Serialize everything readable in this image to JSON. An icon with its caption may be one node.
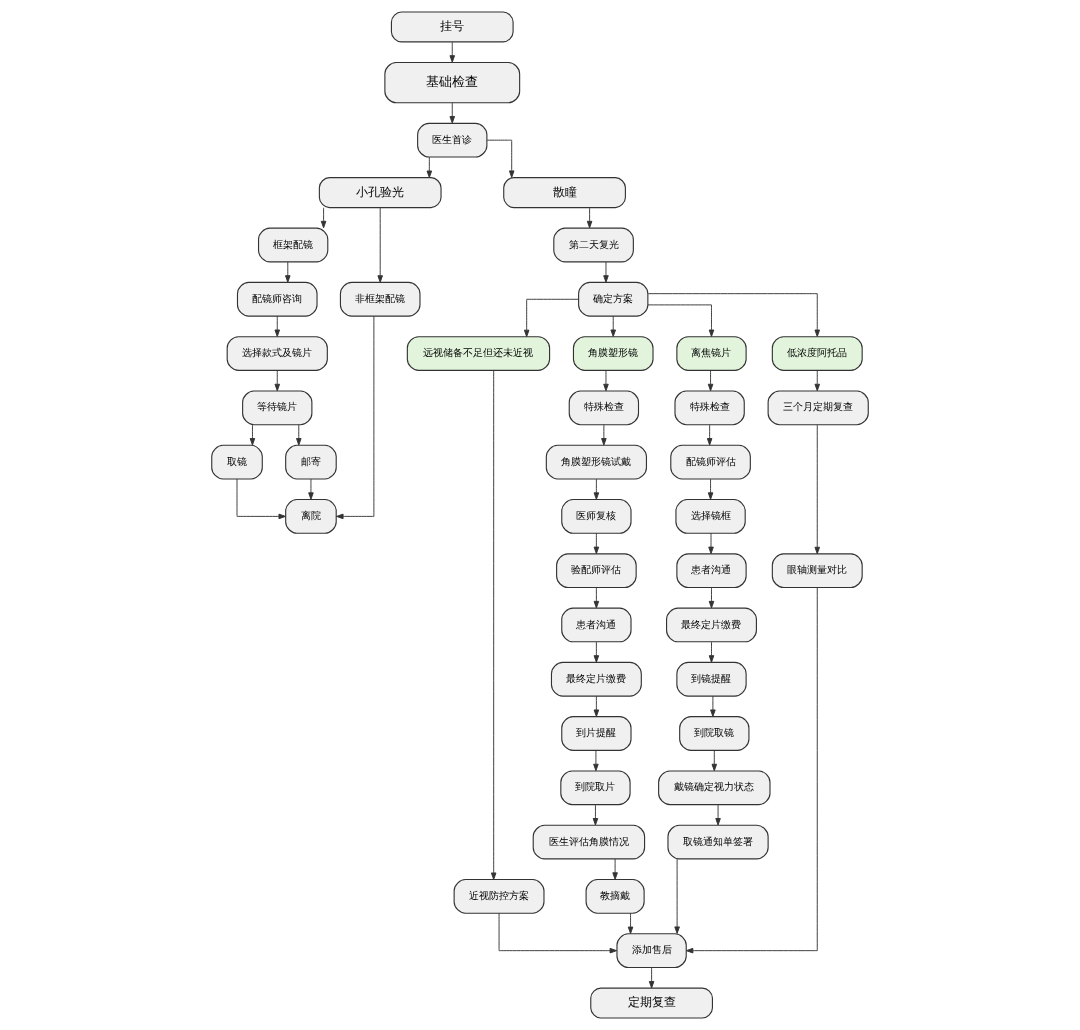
{
  "diagram": {
    "nodes": [
      {
        "text": [
          "挂号"
        ]
      },
      {
        "text": [
          "基础检查"
        ]
      },
      {
        "text": [
          "医生首诊"
        ]
      },
      {
        "text": [
          "小孔验光"
        ]
      },
      {
        "text": [
          "散瞳"
        ]
      },
      {
        "text": [
          "框架配镜"
        ]
      },
      {
        "text": [
          "非框架配镜"
        ]
      },
      {
        "text": [
          "配镜师咨询"
        ]
      },
      {
        "text": [
          "选择款式及镜片"
        ]
      },
      {
        "text": [
          "等待镜片"
        ]
      },
      {
        "text": [
          "取镜"
        ]
      },
      {
        "text": [
          "邮寄"
        ]
      },
      {
        "text": [
          "离院"
        ]
      },
      {
        "text": [
          "第二天复光"
        ]
      },
      {
        "text": [
          "确定方案"
        ]
      },
      {
        "text": [
          "远视储备不足但还未近视"
        ]
      },
      {
        "text": [
          "角膜塑形镜"
        ]
      },
      {
        "text": [
          "离焦镜片"
        ]
      },
      {
        "text": [
          "低浓度阿托品"
        ]
      },
      {
        "text": [
          "近视防控方案"
        ]
      },
      {
        "text": [
          "特殊检查"
        ]
      },
      {
        "text": [
          "角膜塑形镜试戴"
        ]
      },
      {
        "text": [
          "医师复核"
        ]
      },
      {
        "text": [
          "验配师评估"
        ]
      },
      {
        "text": [
          "患者沟通"
        ]
      },
      {
        "text": [
          "最终定片缴费"
        ]
      },
      {
        "text": [
          "到片提醒"
        ]
      },
      {
        "text": [
          "到院取片"
        ]
      },
      {
        "text": [
          "医生评估角膜情况"
        ]
      },
      {
        "text": [
          "教摘戴"
        ]
      },
      {
        "text": [
          "特殊检查"
        ]
      },
      {
        "text": [
          "配镜师评估"
        ]
      },
      {
        "text": [
          "选择镜框"
        ]
      },
      {
        "text": [
          "患者沟通"
        ]
      },
      {
        "text": [
          "最终定片缴费"
        ]
      },
      {
        "text": [
          "到镜提醒"
        ]
      },
      {
        "text": [
          "到院取镜"
        ]
      },
      {
        "text": [
          "戴镜确定视力状态"
        ]
      },
      {
        "text": [
          "取镜通知单签署"
        ]
      },
      {
        "text": [
          "三个月定期复查"
        ]
      },
      {
        "text": [
          "眼轴测量对比"
        ]
      },
      {
        "text": [
          "添加售后"
        ]
      },
      {
        "text": [
          "定期复查"
        ]
      }
    ],
    "edges": [
      {
        "from": 0,
        "to": 1,
        "arrow": "to"
      },
      {
        "from": 1,
        "to": 2,
        "arrow": "to"
      },
      {
        "from": 2,
        "to": 3,
        "arrow": "to"
      },
      {
        "from": 2,
        "to": 4,
        "arrow": "to"
      },
      {
        "from": 3,
        "to": 5,
        "arrow": "to"
      },
      {
        "from": 3,
        "to": 6,
        "arrow": "to"
      },
      {
        "from": 5,
        "to": 7,
        "arrow": "to"
      },
      {
        "from": 7,
        "to": 8,
        "arrow": "to"
      },
      {
        "from": 8,
        "to": 9,
        "arrow": "to"
      },
      {
        "from": 9,
        "to": 10,
        "arrow": "to"
      },
      {
        "from": 9,
        "to": 11,
        "arrow": "to"
      },
      {
        "from": 10,
        "to": 12,
        "arrow": "to"
      },
      {
        "from": 11,
        "to": 12,
        "arrow": "to"
      },
      {
        "from": 6,
        "to": 12,
        "arrow": "to"
      },
      {
        "from": 4,
        "to": 13,
        "arrow": "to"
      },
      {
        "from": 13,
        "to": 14,
        "arrow": "to"
      },
      {
        "from": 14,
        "to": 15,
        "arrow": "to"
      },
      {
        "from": 14,
        "to": 16,
        "arrow": "to"
      },
      {
        "from": 14,
        "to": 17,
        "arrow": "to"
      },
      {
        "from": 14,
        "to": 18,
        "arrow": "to"
      },
      {
        "from": 15,
        "to": 19,
        "arrow": "to"
      },
      {
        "from": 16,
        "to": 20,
        "arrow": "to"
      },
      {
        "from": 20,
        "to": 21,
        "arrow": "to"
      },
      {
        "from": 21,
        "to": 22,
        "arrow": "to"
      },
      {
        "from": 22,
        "to": 23,
        "arrow": "to"
      },
      {
        "from": 23,
        "to": 24,
        "arrow": "to"
      },
      {
        "from": 24,
        "to": 25,
        "arrow": "to"
      },
      {
        "from": 25,
        "to": 26,
        "arrow": "to"
      },
      {
        "from": 26,
        "to": 27,
        "arrow": "to"
      },
      {
        "from": 27,
        "to": 28,
        "arrow": "to"
      },
      {
        "from": 28,
        "to": 29,
        "arrow": "to"
      },
      {
        "from": 17,
        "to": 30,
        "arrow": "to"
      },
      {
        "from": 30,
        "to": 31,
        "arrow": "to"
      },
      {
        "from": 31,
        "to": 32,
        "arrow": "to"
      },
      {
        "from": 32,
        "to": 33,
        "arrow": "to"
      },
      {
        "from": 33,
        "to": 34,
        "arrow": "to"
      },
      {
        "from": 34,
        "to": 35,
        "arrow": "to"
      },
      {
        "from": 35,
        "to": 36,
        "arrow": "to"
      },
      {
        "from": 36,
        "to": 37,
        "arrow": "to"
      },
      {
        "from": 37,
        "to": 38,
        "arrow": "to"
      },
      {
        "from": 18,
        "to": 39,
        "arrow": "to"
      },
      {
        "from": 39,
        "to": 40,
        "arrow": "to"
      },
      {
        "from": 19,
        "to": 41,
        "arrow": "to"
      },
      {
        "from": 29,
        "to": 41,
        "arrow": "to"
      },
      {
        "from": 38,
        "to": 41,
        "arrow": "to"
      },
      {
        "from": 40,
        "to": 41,
        "arrow": "to"
      },
      {
        "from": 41,
        "to": 42,
        "arrow": "to"
      }
    ]
  }
}
